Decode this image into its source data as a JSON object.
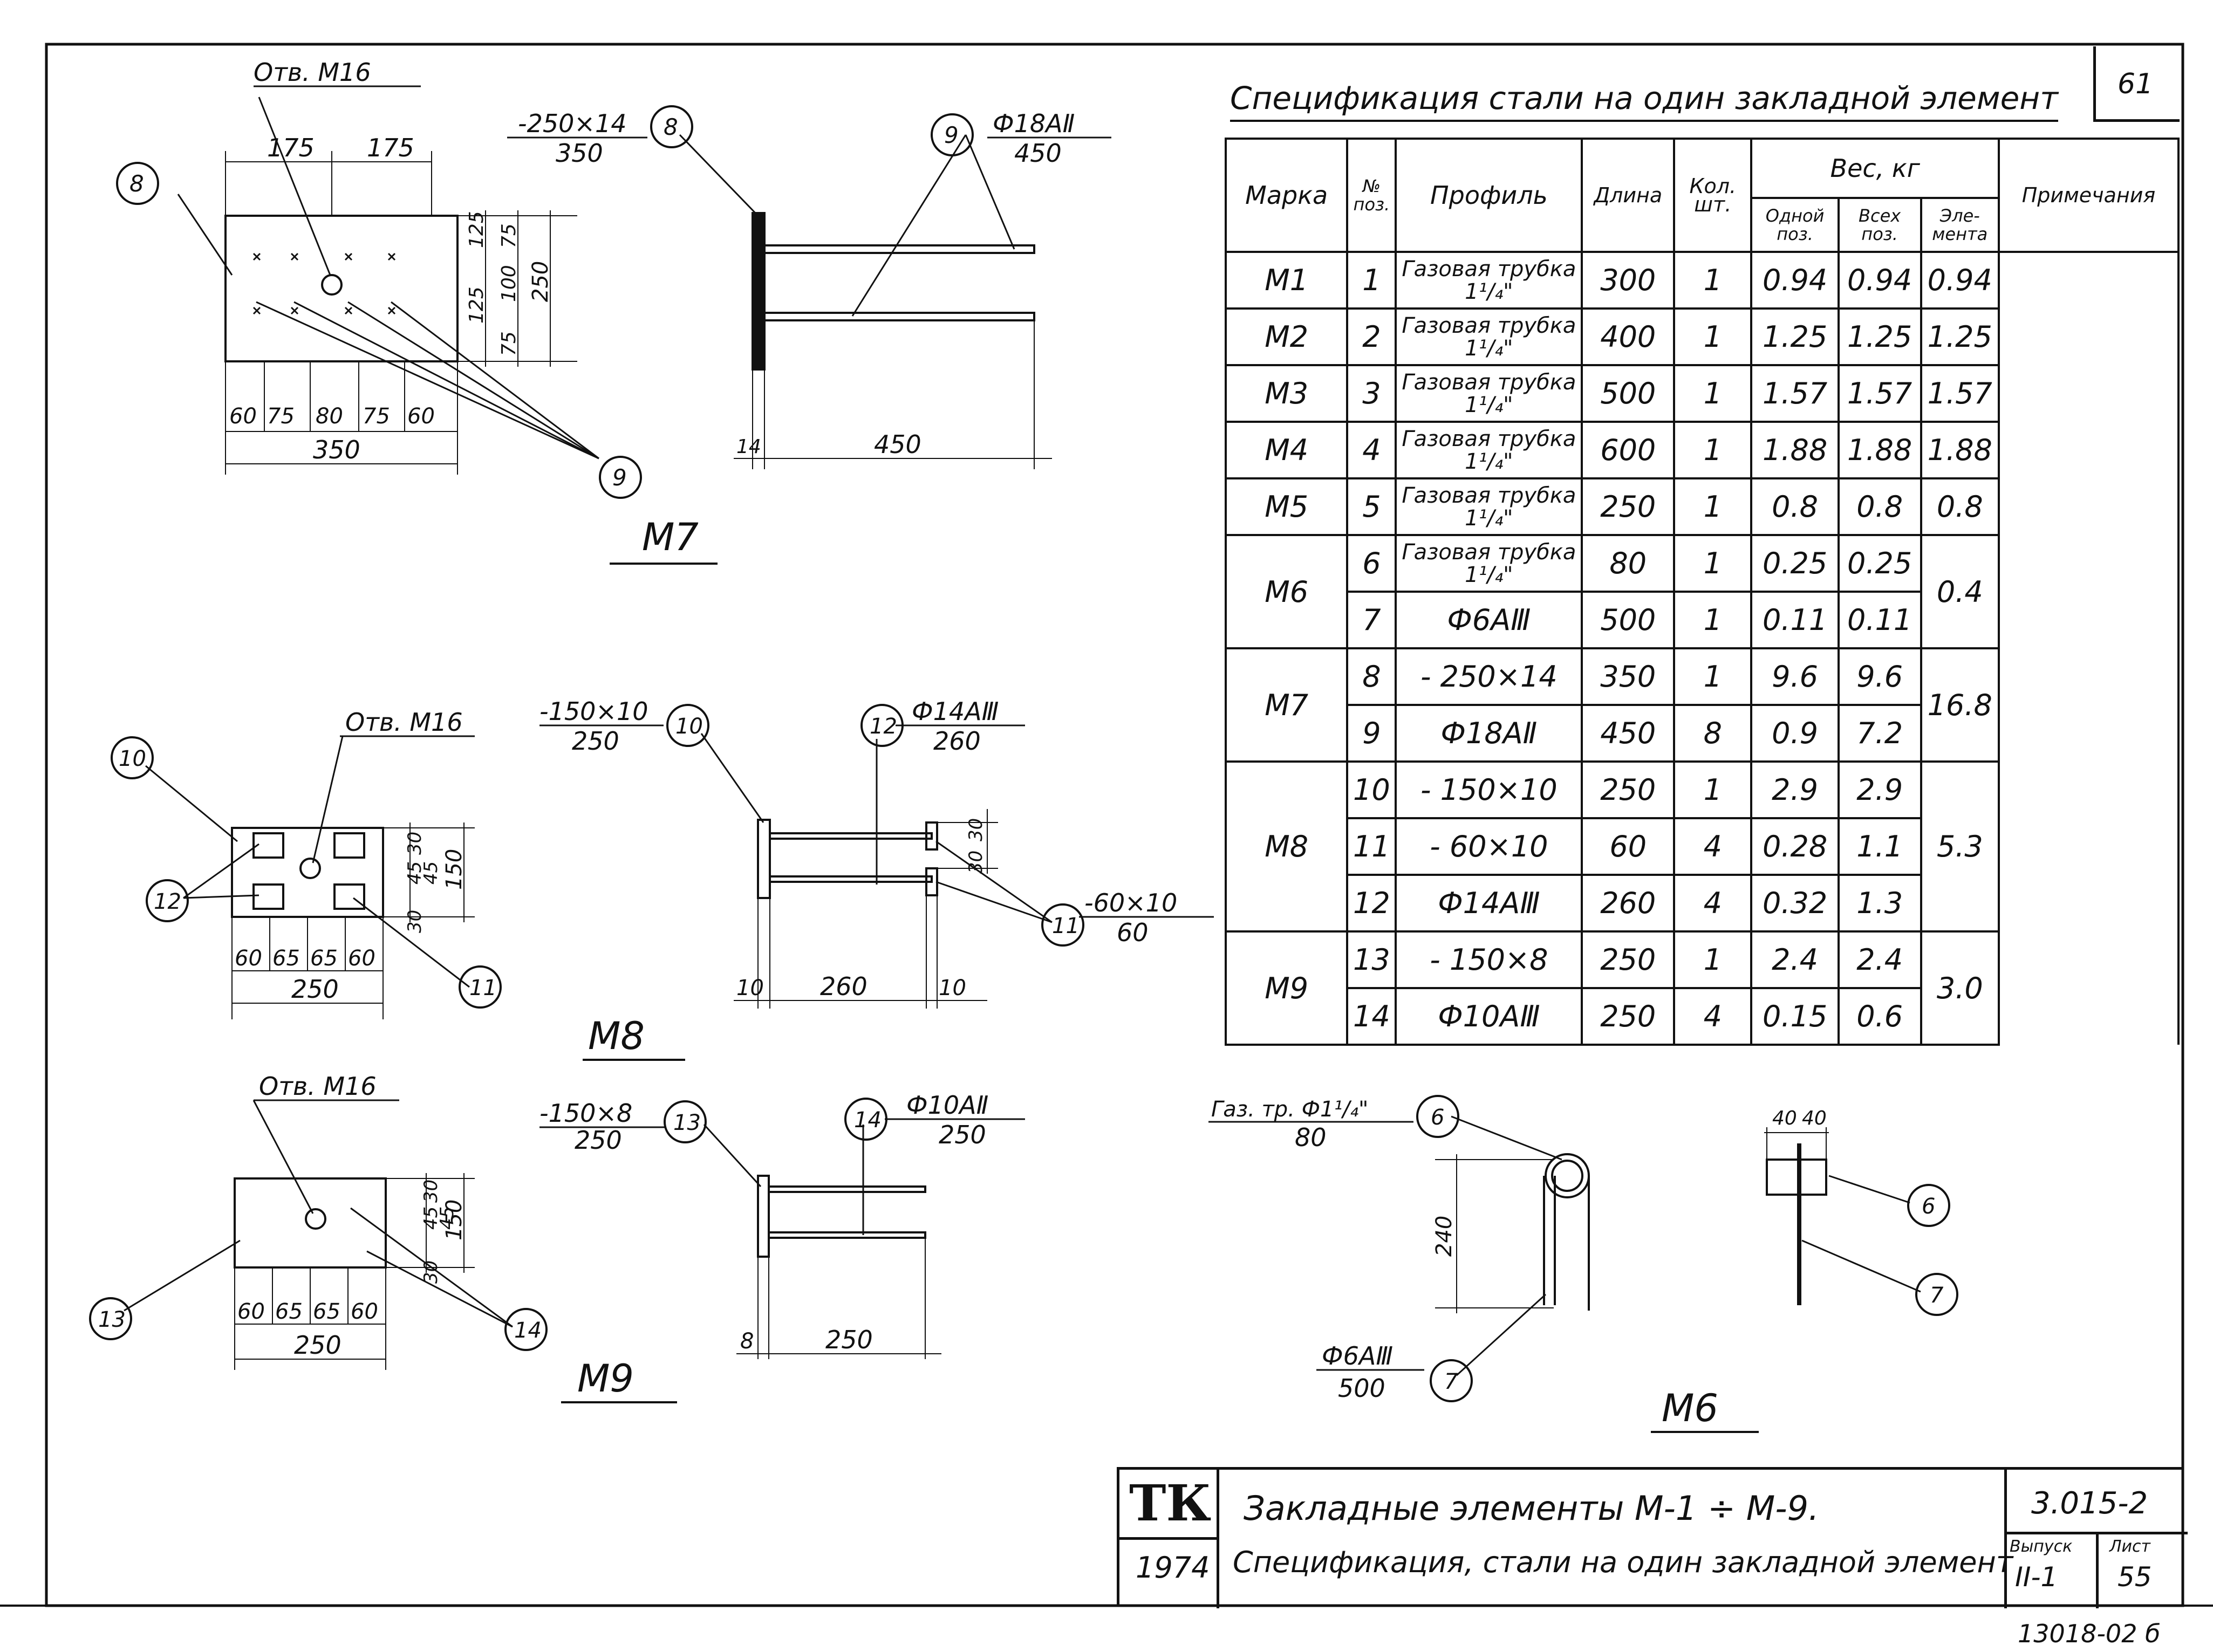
{
  "sheet_number": "61",
  "table_title": "Спецификация стали на один закладной элемент",
  "table": {
    "headers": {
      "mark": "Марка",
      "pos_no": "№ поз.",
      "profile": "Профиль",
      "length": "Длина",
      "qty": "Кол. шт.",
      "weight": "Вес, кг",
      "weight_one": "Одной поз.",
      "weight_all": "Всех поз.",
      "weight_element": "Эле- мента",
      "note": "Примечания"
    },
    "rows": [
      {
        "mark": "M1",
        "pos": "1",
        "profile": "Газовая трубка 1¹/₄\"",
        "length": "300",
        "qty": "1",
        "w1": "0.94",
        "wall": "0.94",
        "wel": "0.94"
      },
      {
        "mark": "M2",
        "pos": "2",
        "profile": "Газовая трубка 1¹/₄\"",
        "length": "400",
        "qty": "1",
        "w1": "1.25",
        "wall": "1.25",
        "wel": "1.25"
      },
      {
        "mark": "M3",
        "pos": "3",
        "profile": "Газовая трубка 1¹/₄\"",
        "length": "500",
        "qty": "1",
        "w1": "1.57",
        "wall": "1.57",
        "wel": "1.57"
      },
      {
        "mark": "M4",
        "pos": "4",
        "profile": "Газовая трубка 1¹/₄\"",
        "length": "600",
        "qty": "1",
        "w1": "1.88",
        "wall": "1.88",
        "wel": "1.88"
      },
      {
        "mark": "M5",
        "pos": "5",
        "profile": "Газовая трубка 1¹/₄\"",
        "length": "250",
        "qty": "1",
        "w1": "0.8",
        "wall": "0.8",
        "wel": "0.8"
      },
      {
        "mark": "M6",
        "pos": "6",
        "profile": "Газовая трубка 1¹/₄\"",
        "length": "80",
        "qty": "1",
        "w1": "0.25",
        "wall": "0.25",
        "wel": "0.4"
      },
      {
        "mark": "",
        "pos": "7",
        "profile": "Ф6АⅢ",
        "length": "500",
        "qty": "1",
        "w1": "0.11",
        "wall": "0.11",
        "wel": ""
      },
      {
        "mark": "M7",
        "pos": "8",
        "profile": "- 250×14",
        "length": "350",
        "qty": "1",
        "w1": "9.6",
        "wall": "9.6",
        "wel": "16.8"
      },
      {
        "mark": "",
        "pos": "9",
        "profile": "Ф18АⅡ",
        "length": "450",
        "qty": "8",
        "w1": "0.9",
        "wall": "7.2",
        "wel": ""
      },
      {
        "mark": "M8",
        "pos": "10",
        "profile": "- 150×10",
        "length": "250",
        "qty": "1",
        "w1": "2.9",
        "wall": "2.9",
        "wel": "5.3"
      },
      {
        "mark": "",
        "pos": "11",
        "profile": "- 60×10",
        "length": "60",
        "qty": "4",
        "w1": "0.28",
        "wall": "1.1",
        "wel": ""
      },
      {
        "mark": "",
        "pos": "12",
        "profile": "Ф14АⅢ",
        "length": "260",
        "qty": "4",
        "w1": "0.32",
        "wall": "1.3",
        "wel": ""
      },
      {
        "mark": "M9",
        "pos": "13",
        "profile": "- 150×8",
        "length": "250",
        "qty": "1",
        "w1": "2.4",
        "wall": "2.4",
        "wel": "3.0"
      },
      {
        "mark": "",
        "pos": "14",
        "profile": "Ф10АⅢ",
        "length": "250",
        "qty": "4",
        "w1": "0.15",
        "wall": "0.6",
        "wel": ""
      }
    ]
  },
  "drawings": {
    "m7": {
      "name": "M7",
      "hole": "Отв. M16",
      "plate_label_top": "-250×14",
      "plate_label_bottom": "350",
      "bar_label_top": "Ф18АⅡ",
      "bar_label_bottom": "450",
      "dim_top": [
        "175",
        "175"
      ],
      "dim_right": [
        "125",
        "75",
        "125",
        "100",
        "75",
        "250"
      ],
      "dim_bottom": [
        "60",
        "75",
        "80",
        "75",
        "60"
      ],
      "dim_total": "350",
      "dim_side_plate": "14",
      "dim_side_bar": "450",
      "callouts": [
        "8",
        "9"
      ]
    },
    "m8": {
      "name": "M8",
      "hole": "Отв. M16",
      "plate_label_top": "-150×10",
      "plate_label_bottom": "250",
      "bar_label_top": "Ф14АⅢ",
      "bar_label_bottom": "260",
      "small_plate_top": "-60×10",
      "small_plate_bottom": "60",
      "dim_right": [
        "30",
        "45",
        "45",
        "30",
        "150"
      ],
      "dim_bottom": [
        "60",
        "65",
        "65",
        "60"
      ],
      "dim_total": "250",
      "dim_side": [
        "10",
        "260",
        "10"
      ],
      "dim_side_vertical": [
        "30",
        "30"
      ],
      "callouts": [
        "10",
        "11",
        "12"
      ]
    },
    "m9": {
      "name": "M9",
      "hole": "Отв. M16",
      "plate_label_top": "-150×8",
      "plate_label_bottom": "250",
      "bar_label_top": "Ф10АⅡ",
      "bar_label_bottom": "250",
      "dim_right": [
        "30",
        "45",
        "45",
        "30",
        "150"
      ],
      "dim_bottom": [
        "60",
        "65",
        "65",
        "60"
      ],
      "dim_total": "250",
      "dim_side": [
        "8",
        "250"
      ],
      "callouts": [
        "13",
        "14"
      ]
    },
    "m6": {
      "name": "M6",
      "pipe_label_top": "Газ. тр. Ф1¹/₄\"",
      "pipe_label_bottom": "80",
      "bar_label_top": "Ф6АⅢ",
      "bar_label_bottom": "500",
      "dim_height": "240",
      "dim_top": [
        "40",
        "40"
      ],
      "callouts": [
        "6",
        "7"
      ]
    }
  },
  "title_block": {
    "logo": "ТК",
    "year": "1974",
    "line1": "Закладные элементы M-1 ÷ M-9.",
    "line2": "Спецификация, стали на один закладной элемент",
    "series": "3.015-2",
    "issue_label": "Выпуск",
    "issue": "II-1",
    "sheet_label": "Лист",
    "sheet": "55"
  },
  "archive_number": "13018-02 б"
}
